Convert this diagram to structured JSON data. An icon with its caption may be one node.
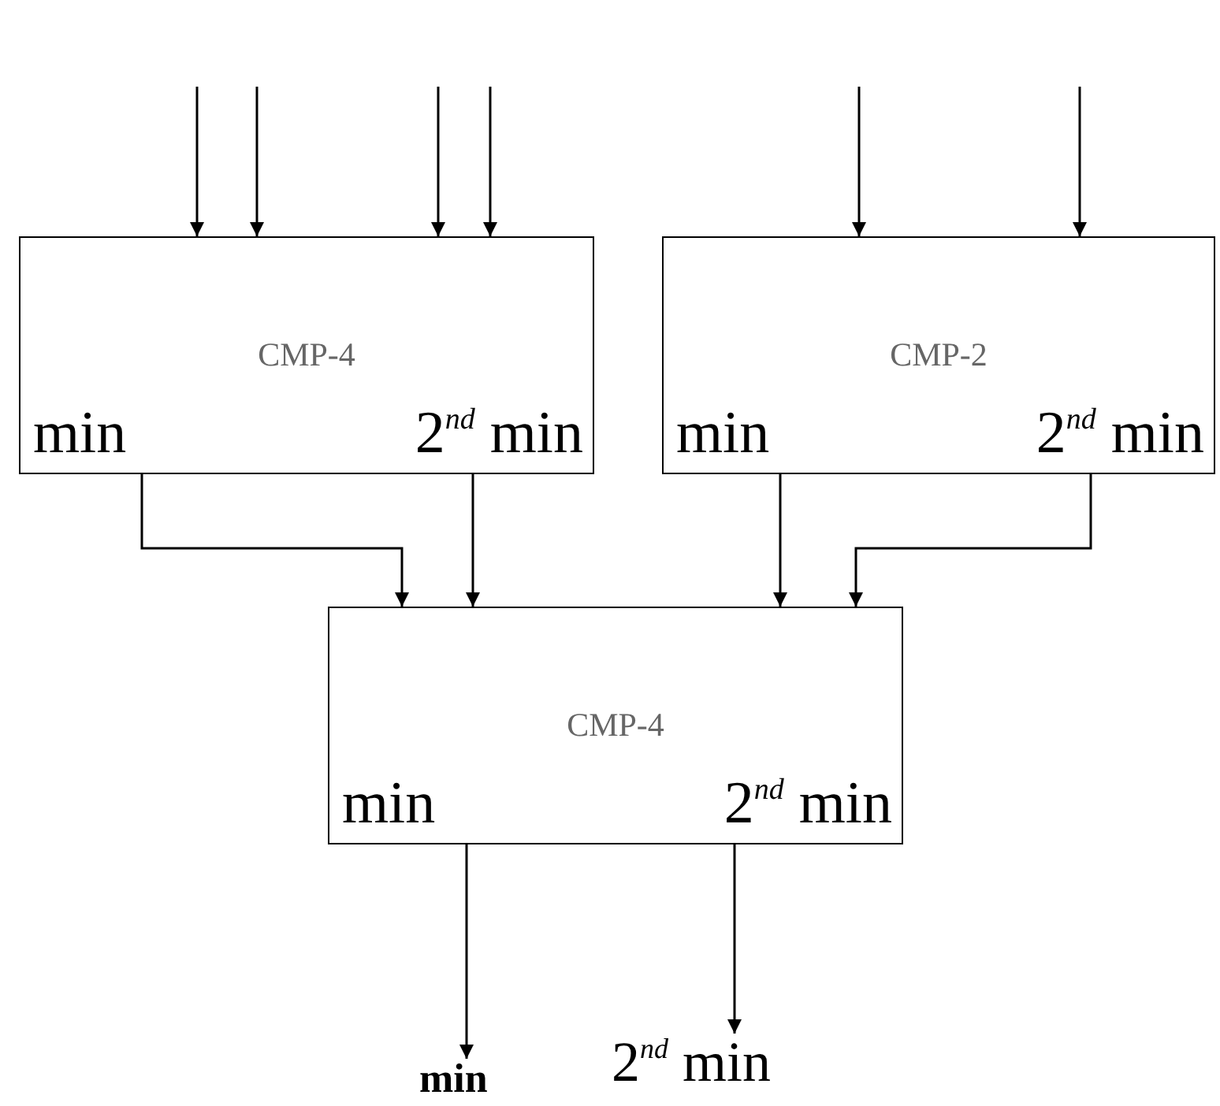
{
  "diagram": {
    "nodes": [
      {
        "text": [
          "CMP-4",
          "min",
          "2$^{nd}$ min"
        ]
      },
      {
        "text": [
          "CMP-2",
          "min",
          "2$^{nd}$ min"
        ]
      },
      {
        "text": [
          "CMP-4",
          "min",
          "2$^{nd}$ min"
        ]
      },
      {
        "text": [
          "min"
        ]
      },
      {
        "text": [
          "2$^{nd}$ min"
        ]
      }
    ],
    "edges": [
      {
        "from": null,
        "to": 0,
        "arrow": "to"
      },
      {
        "from": null,
        "to": 0,
        "arrow": "to"
      },
      {
        "from": null,
        "to": 0,
        "arrow": "to"
      },
      {
        "from": null,
        "to": 0,
        "arrow": "to"
      },
      {
        "from": null,
        "to": 1,
        "arrow": "to"
      },
      {
        "from": null,
        "to": 1,
        "arrow": "to"
      },
      {
        "from": 0,
        "to": 2,
        "arrow": "to"
      },
      {
        "from": 0,
        "to": 2,
        "arrow": "to"
      },
      {
        "from": 1,
        "to": 2,
        "arrow": "to"
      },
      {
        "from": 1,
        "to": 2,
        "arrow": "to"
      },
      {
        "from": 2,
        "to": 3,
        "arrow": "to"
      },
      {
        "from": 2,
        "to": 4,
        "arrow": "to"
      }
    ]
  }
}
